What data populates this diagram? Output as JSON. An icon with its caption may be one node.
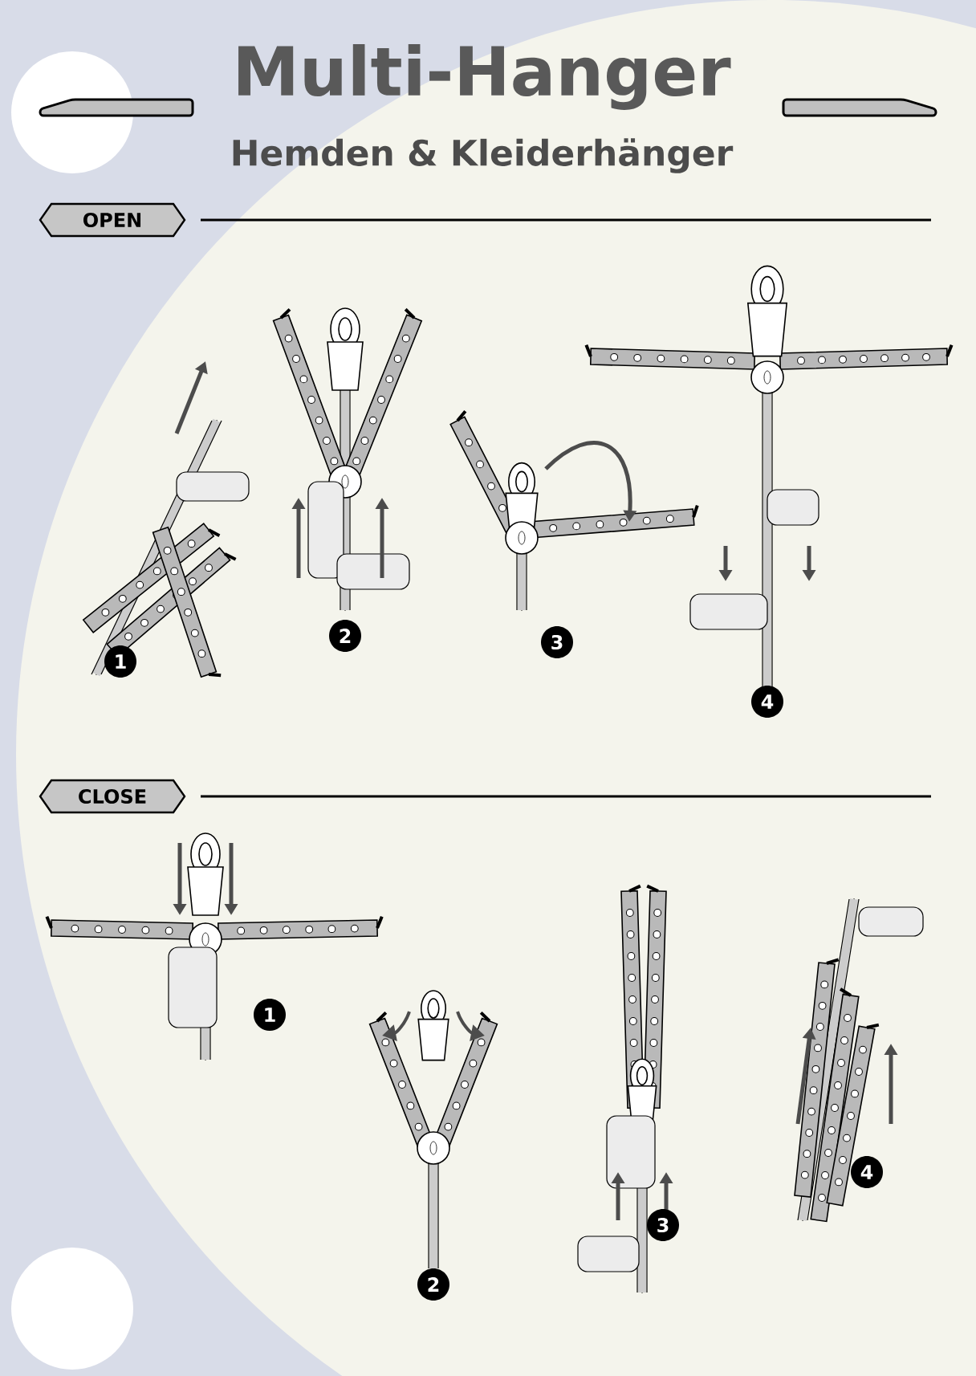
{
  "diagram": {
    "title": "Multi-Hanger",
    "nodes": [
      {
        "text": [
          "OPEN"
        ]
      },
      {
        "text": [
          "CLOSE"
        ]
      }
    ],
    "labels": [
      "Hemden & Kleiderhänger",
      "1",
      "2",
      "3",
      "4",
      "1",
      "2",
      "3",
      "4"
    ]
  }
}
